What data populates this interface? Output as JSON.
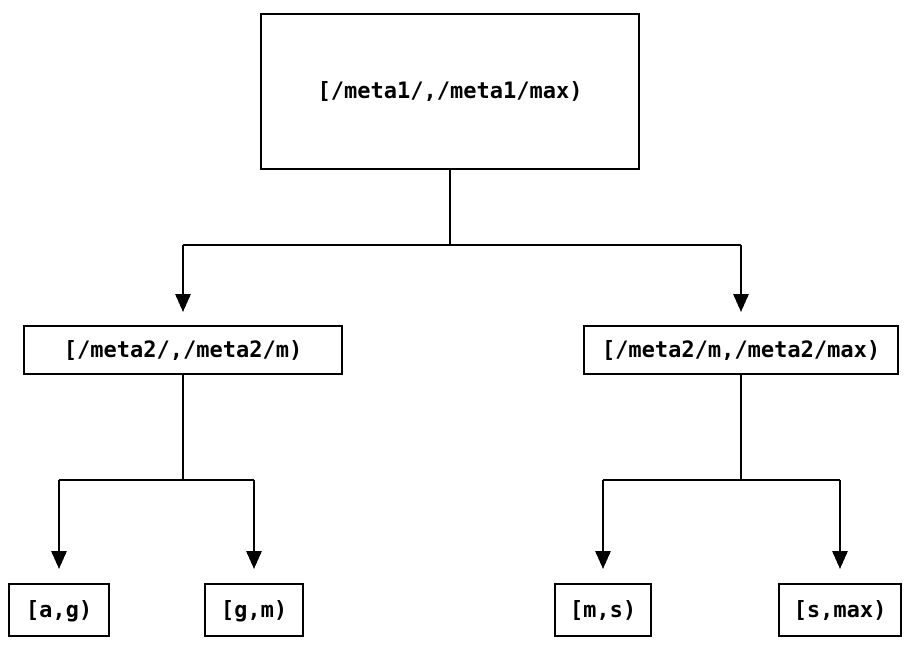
{
  "diagram": {
    "type": "tree",
    "background_color": "#ffffff",
    "line_color": "#000000",
    "text_color": "#000000",
    "nodes": {
      "root": {
        "label": "[/meta1/,/meta1/max)"
      },
      "left_child": {
        "label": "[/meta2/,/meta2/m)"
      },
      "right_child": {
        "label": "[/meta2/m,/meta2/max)"
      },
      "leaf_a_g": {
        "label": "[a,g)"
      },
      "leaf_g_m": {
        "label": "[g,m)"
      },
      "leaf_m_s": {
        "label": "[m,s)"
      },
      "leaf_s_max": {
        "label": "[s,max)"
      }
    },
    "edges": [
      {
        "from": "root",
        "to": "left_child"
      },
      {
        "from": "root",
        "to": "right_child"
      },
      {
        "from": "left_child",
        "to": "leaf_a_g"
      },
      {
        "from": "left_child",
        "to": "leaf_g_m"
      },
      {
        "from": "right_child",
        "to": "leaf_m_s"
      },
      {
        "from": "right_child",
        "to": "leaf_s_max"
      }
    ]
  }
}
